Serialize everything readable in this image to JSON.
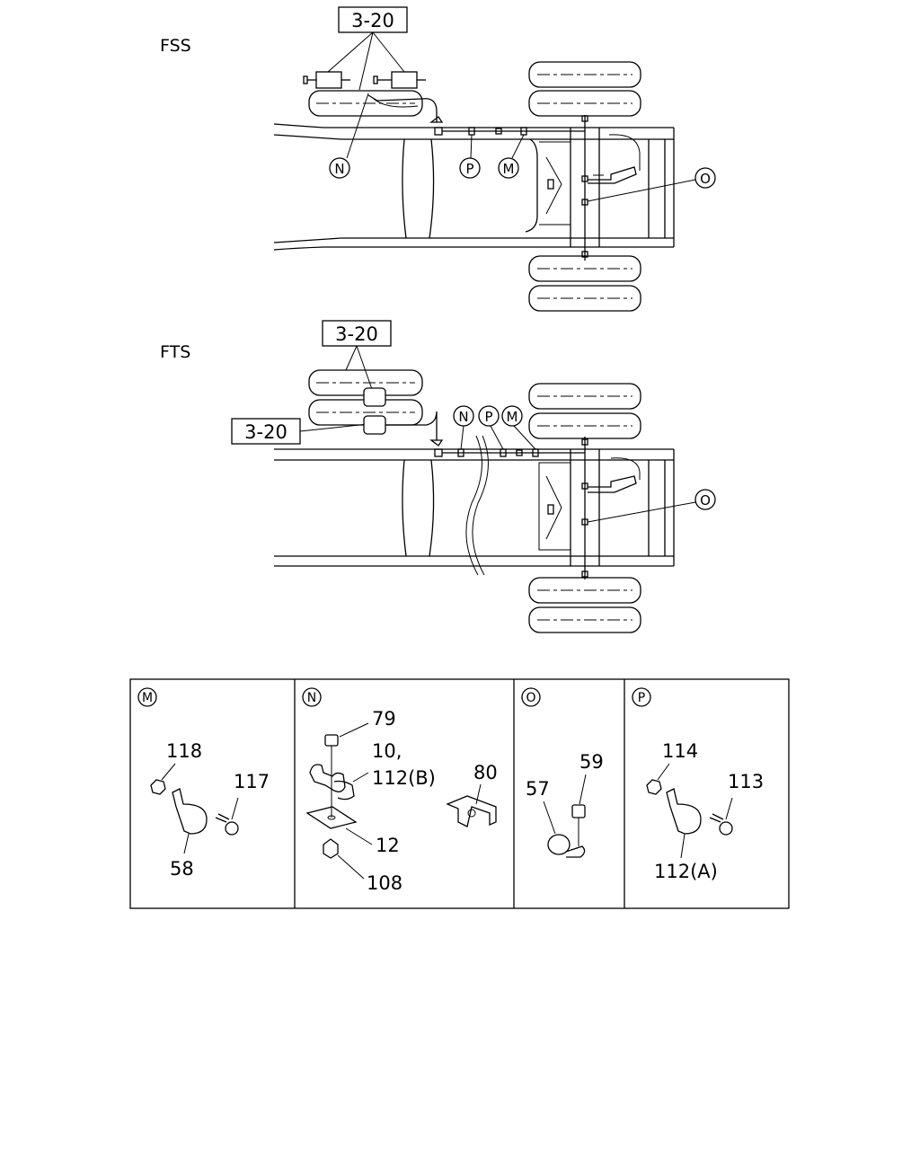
{
  "diagrams": [
    {
      "variant_label": "FSS",
      "ref_boxes": [
        "3-20"
      ],
      "callouts": [
        "N",
        "P",
        "M",
        "O"
      ]
    },
    {
      "variant_label": "FTS",
      "ref_boxes": [
        "3-20",
        "3-20"
      ],
      "callouts": [
        "N",
        "P",
        "M",
        "O"
      ]
    }
  ],
  "detail_panels": [
    {
      "letter": "M",
      "parts": [
        "118",
        "117",
        "58"
      ]
    },
    {
      "letter": "N",
      "parts": [
        "79",
        "10,",
        "112(B)",
        "80",
        "12",
        "108"
      ]
    },
    {
      "letter": "O",
      "parts": [
        "59",
        "57"
      ]
    },
    {
      "letter": "P",
      "parts": [
        "114",
        "113",
        "112(A)"
      ]
    }
  ]
}
